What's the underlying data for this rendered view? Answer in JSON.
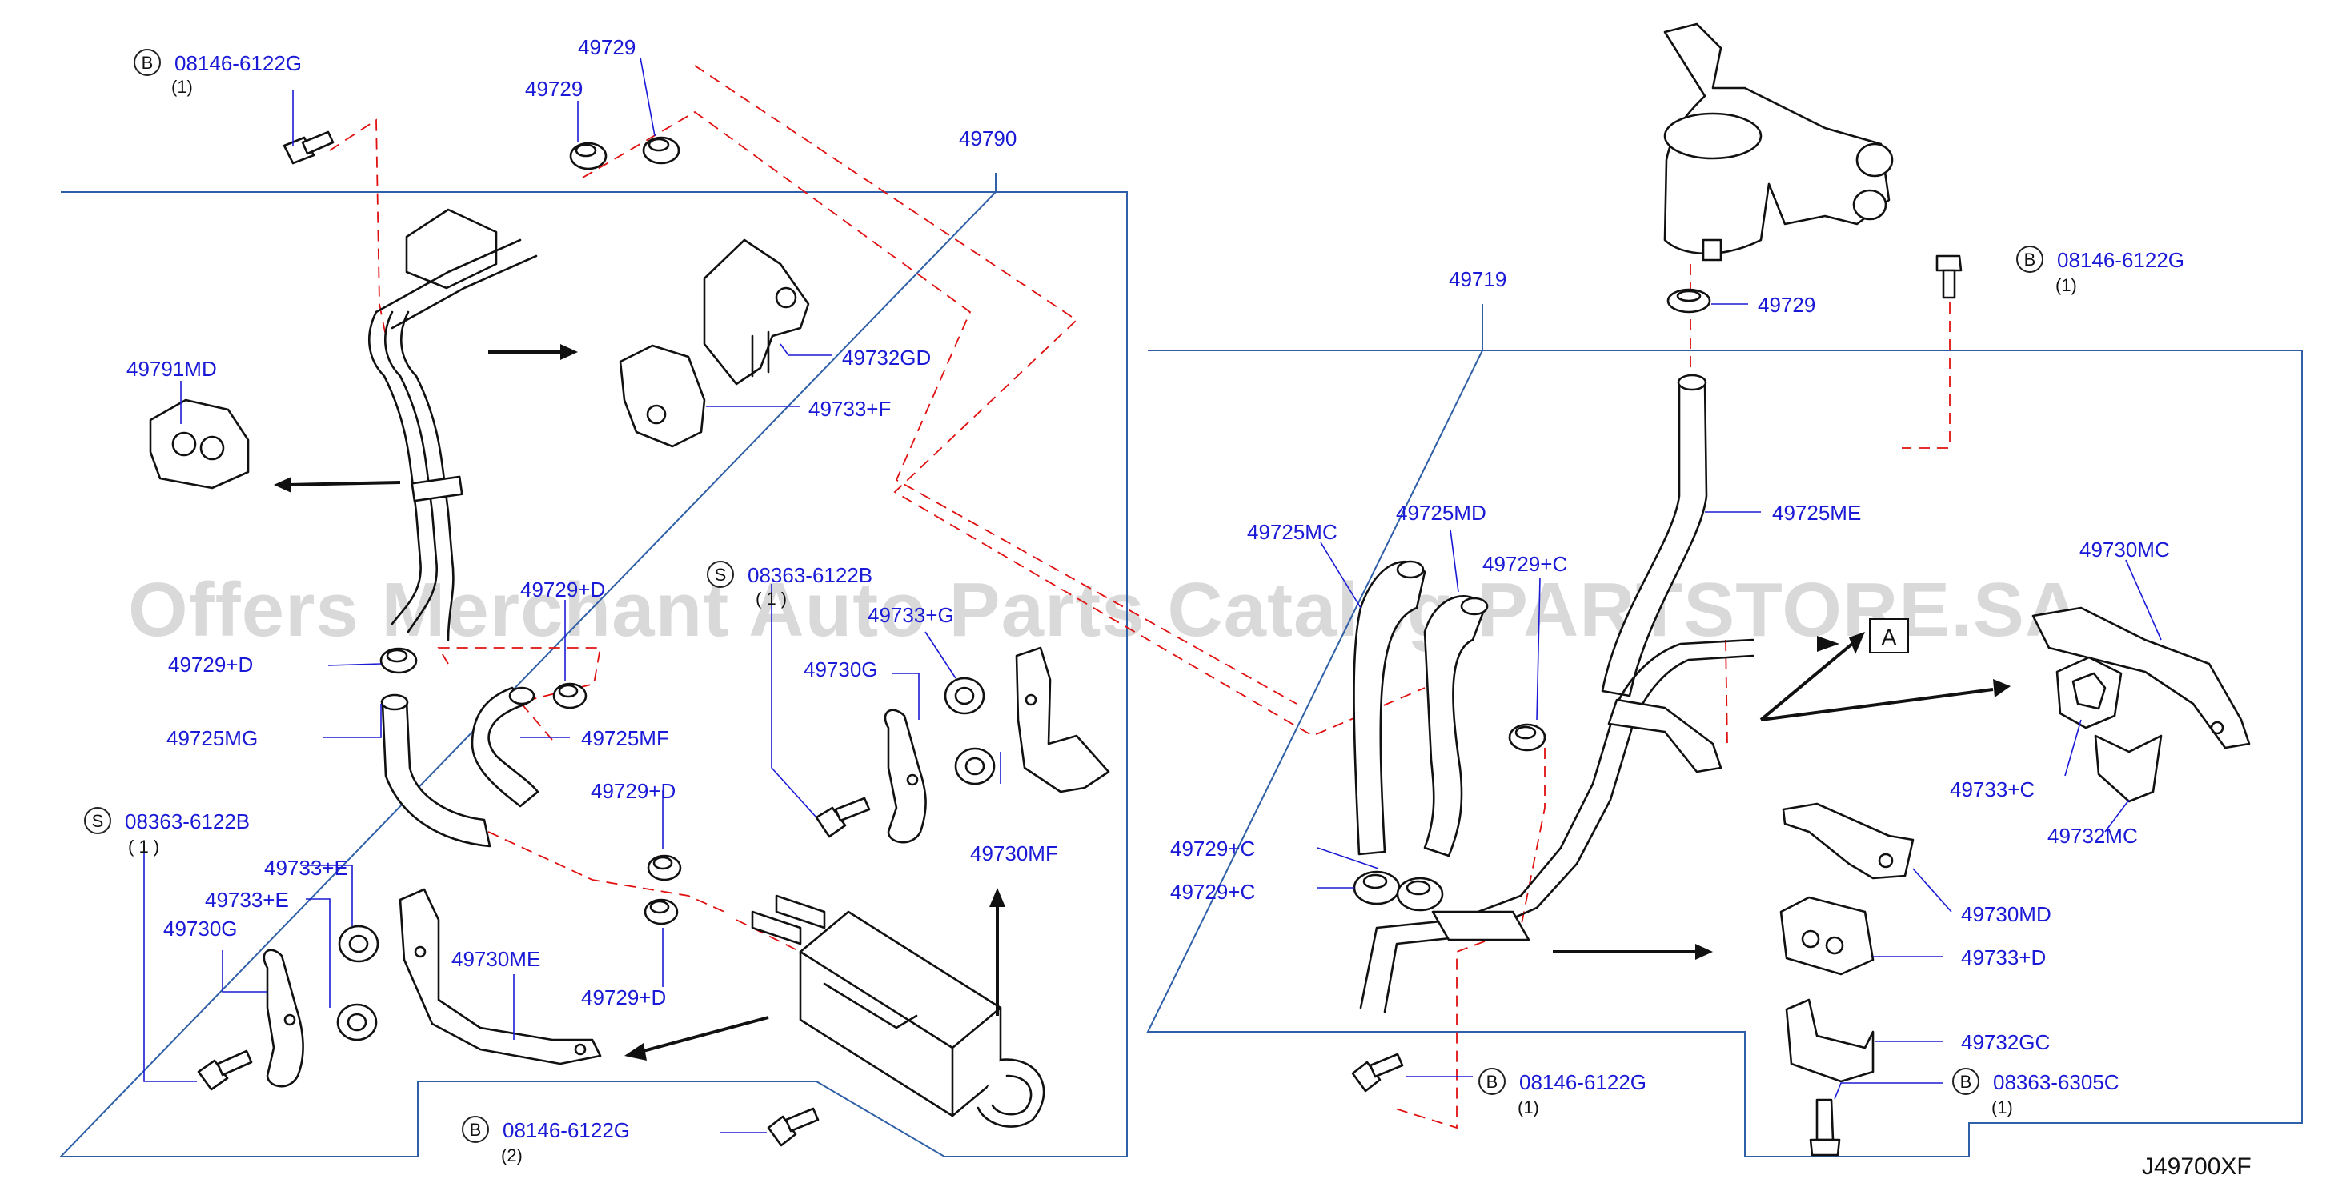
{
  "diagram_code": "J49700XF",
  "watermark": "Offers Merchant Auto Parts Catalog PARTSTORE.SA",
  "ref_box_label": "A",
  "colors": {
    "part_number": "#1a1ad6",
    "frame": "#2f5fa7",
    "guide_line": "#e01010",
    "outline": "#111111"
  },
  "callouts": {
    "bolt_top_left": {
      "badge": "B",
      "part": "08146-6122G",
      "qty": "(1)"
    },
    "clamp_top_1": "49729",
    "clamp_top_2": "49729",
    "group_left": "49790",
    "clip_491md": "49791MD",
    "insul_gd": "49732GD",
    "grommet_f": "49733+F",
    "clamp_d_upper": "49729+D",
    "clamp_d_left": "49729+D",
    "hose_mg": "49725MG",
    "hose_mf": "49725MF",
    "bolt_s_upper": {
      "badge": "S",
      "part": "08363-6122B",
      "qty": "( 1 )"
    },
    "grommet_g_upper": "49733+G",
    "bracket_g_upper": "49730G",
    "bracket_mf": "49730MF",
    "clamp_d_mid": "49729+D",
    "clamp_d_low": "49729+D",
    "bolt_s_lower": {
      "badge": "S",
      "part": "08363-6122B",
      "qty": "( 1 )"
    },
    "grommet_e_1": "49733+E",
    "grommet_e_2": "49733+E",
    "bracket_g_lower": "49730G",
    "bracket_me": "49730ME",
    "bolt_bottom": {
      "badge": "B",
      "part": "08146-6122G",
      "qty": "(2)"
    },
    "bolt_top_right": {
      "badge": "B",
      "part": "08146-6122G",
      "qty": "(1)"
    },
    "clamp_reservoir": "49729",
    "group_right": "49719",
    "hose_me": "49725ME",
    "hose_mc": "49725MC",
    "hose_md": "49725MD",
    "clamp_c_upper": "49729+C",
    "bracket_mc": "49730MC",
    "grommet_c": "49733+C",
    "insul_mc": "49732MC",
    "clamp_c_1": "49729+C",
    "clamp_c_2": "49729+C",
    "bracket_md": "49730MD",
    "grommet_d": "49733+D",
    "insul_gc": "49732GC",
    "bolt_right_mid": {
      "badge": "B",
      "part": "08146-6122G",
      "qty": "(1)"
    },
    "bolt_right_low": {
      "badge": "B",
      "part": "08363-6305C",
      "qty": "(1)"
    }
  }
}
